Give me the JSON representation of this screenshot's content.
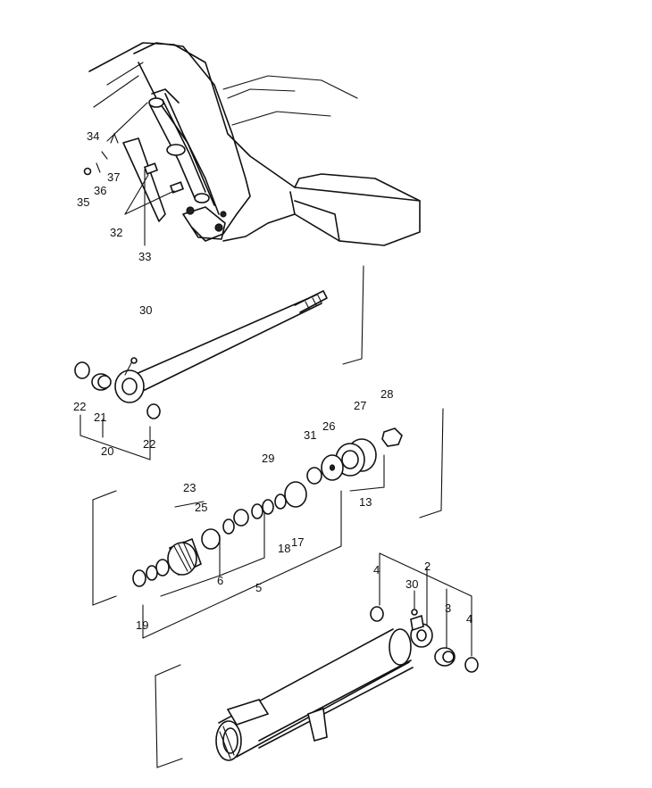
{
  "labels": {
    "p2": "2",
    "p3": "3",
    "p4a": "4",
    "p4b": "4",
    "p5": "5",
    "p6": "6",
    "p13": "13",
    "p17": "17",
    "p18": "18",
    "p19": "19",
    "p20": "20",
    "p21": "21",
    "p22a": "22",
    "p22b": "22",
    "p23": "23",
    "p25": "25",
    "p26": "26",
    "p27": "27",
    "p28": "28",
    "p29": "29",
    "p30a": "30",
    "p30b": "30",
    "p31": "31",
    "p32": "32",
    "p33": "33",
    "p34": "34",
    "p35": "35",
    "p36": "36",
    "p37": "37"
  }
}
